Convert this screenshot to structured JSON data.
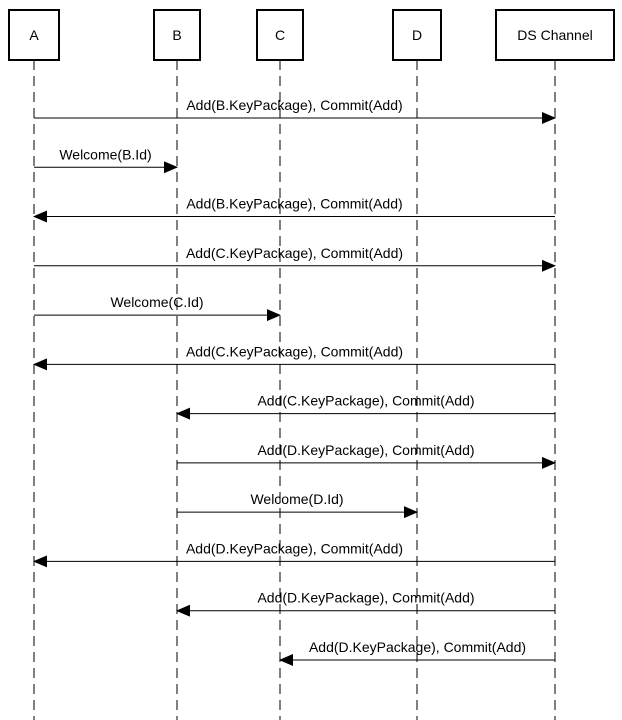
{
  "participants": [
    {
      "id": "A",
      "label": "A"
    },
    {
      "id": "B",
      "label": "B"
    },
    {
      "id": "C",
      "label": "C"
    },
    {
      "id": "D",
      "label": "D"
    },
    {
      "id": "DS",
      "label": "DS Channel"
    }
  ],
  "messages": [
    {
      "from": "A",
      "to": "DS",
      "label": "Add(B.KeyPackage), Commit(Add)"
    },
    {
      "from": "A",
      "to": "B",
      "label": "Welcome(B.Id)"
    },
    {
      "from": "DS",
      "to": "A",
      "label": "Add(B.KeyPackage), Commit(Add)"
    },
    {
      "from": "A",
      "to": "DS",
      "label": "Add(C.KeyPackage), Commit(Add)"
    },
    {
      "from": "A",
      "to": "C",
      "label": "Welcome(C.Id)"
    },
    {
      "from": "DS",
      "to": "A",
      "label": "Add(C.KeyPackage), Commit(Add)"
    },
    {
      "from": "DS",
      "to": "B",
      "label": "Add(C.KeyPackage), Commit(Add)"
    },
    {
      "from": "B",
      "to": "DS",
      "label": "Add(D.KeyPackage), Commit(Add)"
    },
    {
      "from": "B",
      "to": "D",
      "label": "Welcome(D.Id)"
    },
    {
      "from": "DS",
      "to": "A",
      "label": "Add(D.KeyPackage), Commit(Add)"
    },
    {
      "from": "DS",
      "to": "B",
      "label": "Add(D.KeyPackage), Commit(Add)"
    },
    {
      "from": "DS",
      "to": "C",
      "label": "Add(D.KeyPackage), Commit(Add)"
    }
  ]
}
